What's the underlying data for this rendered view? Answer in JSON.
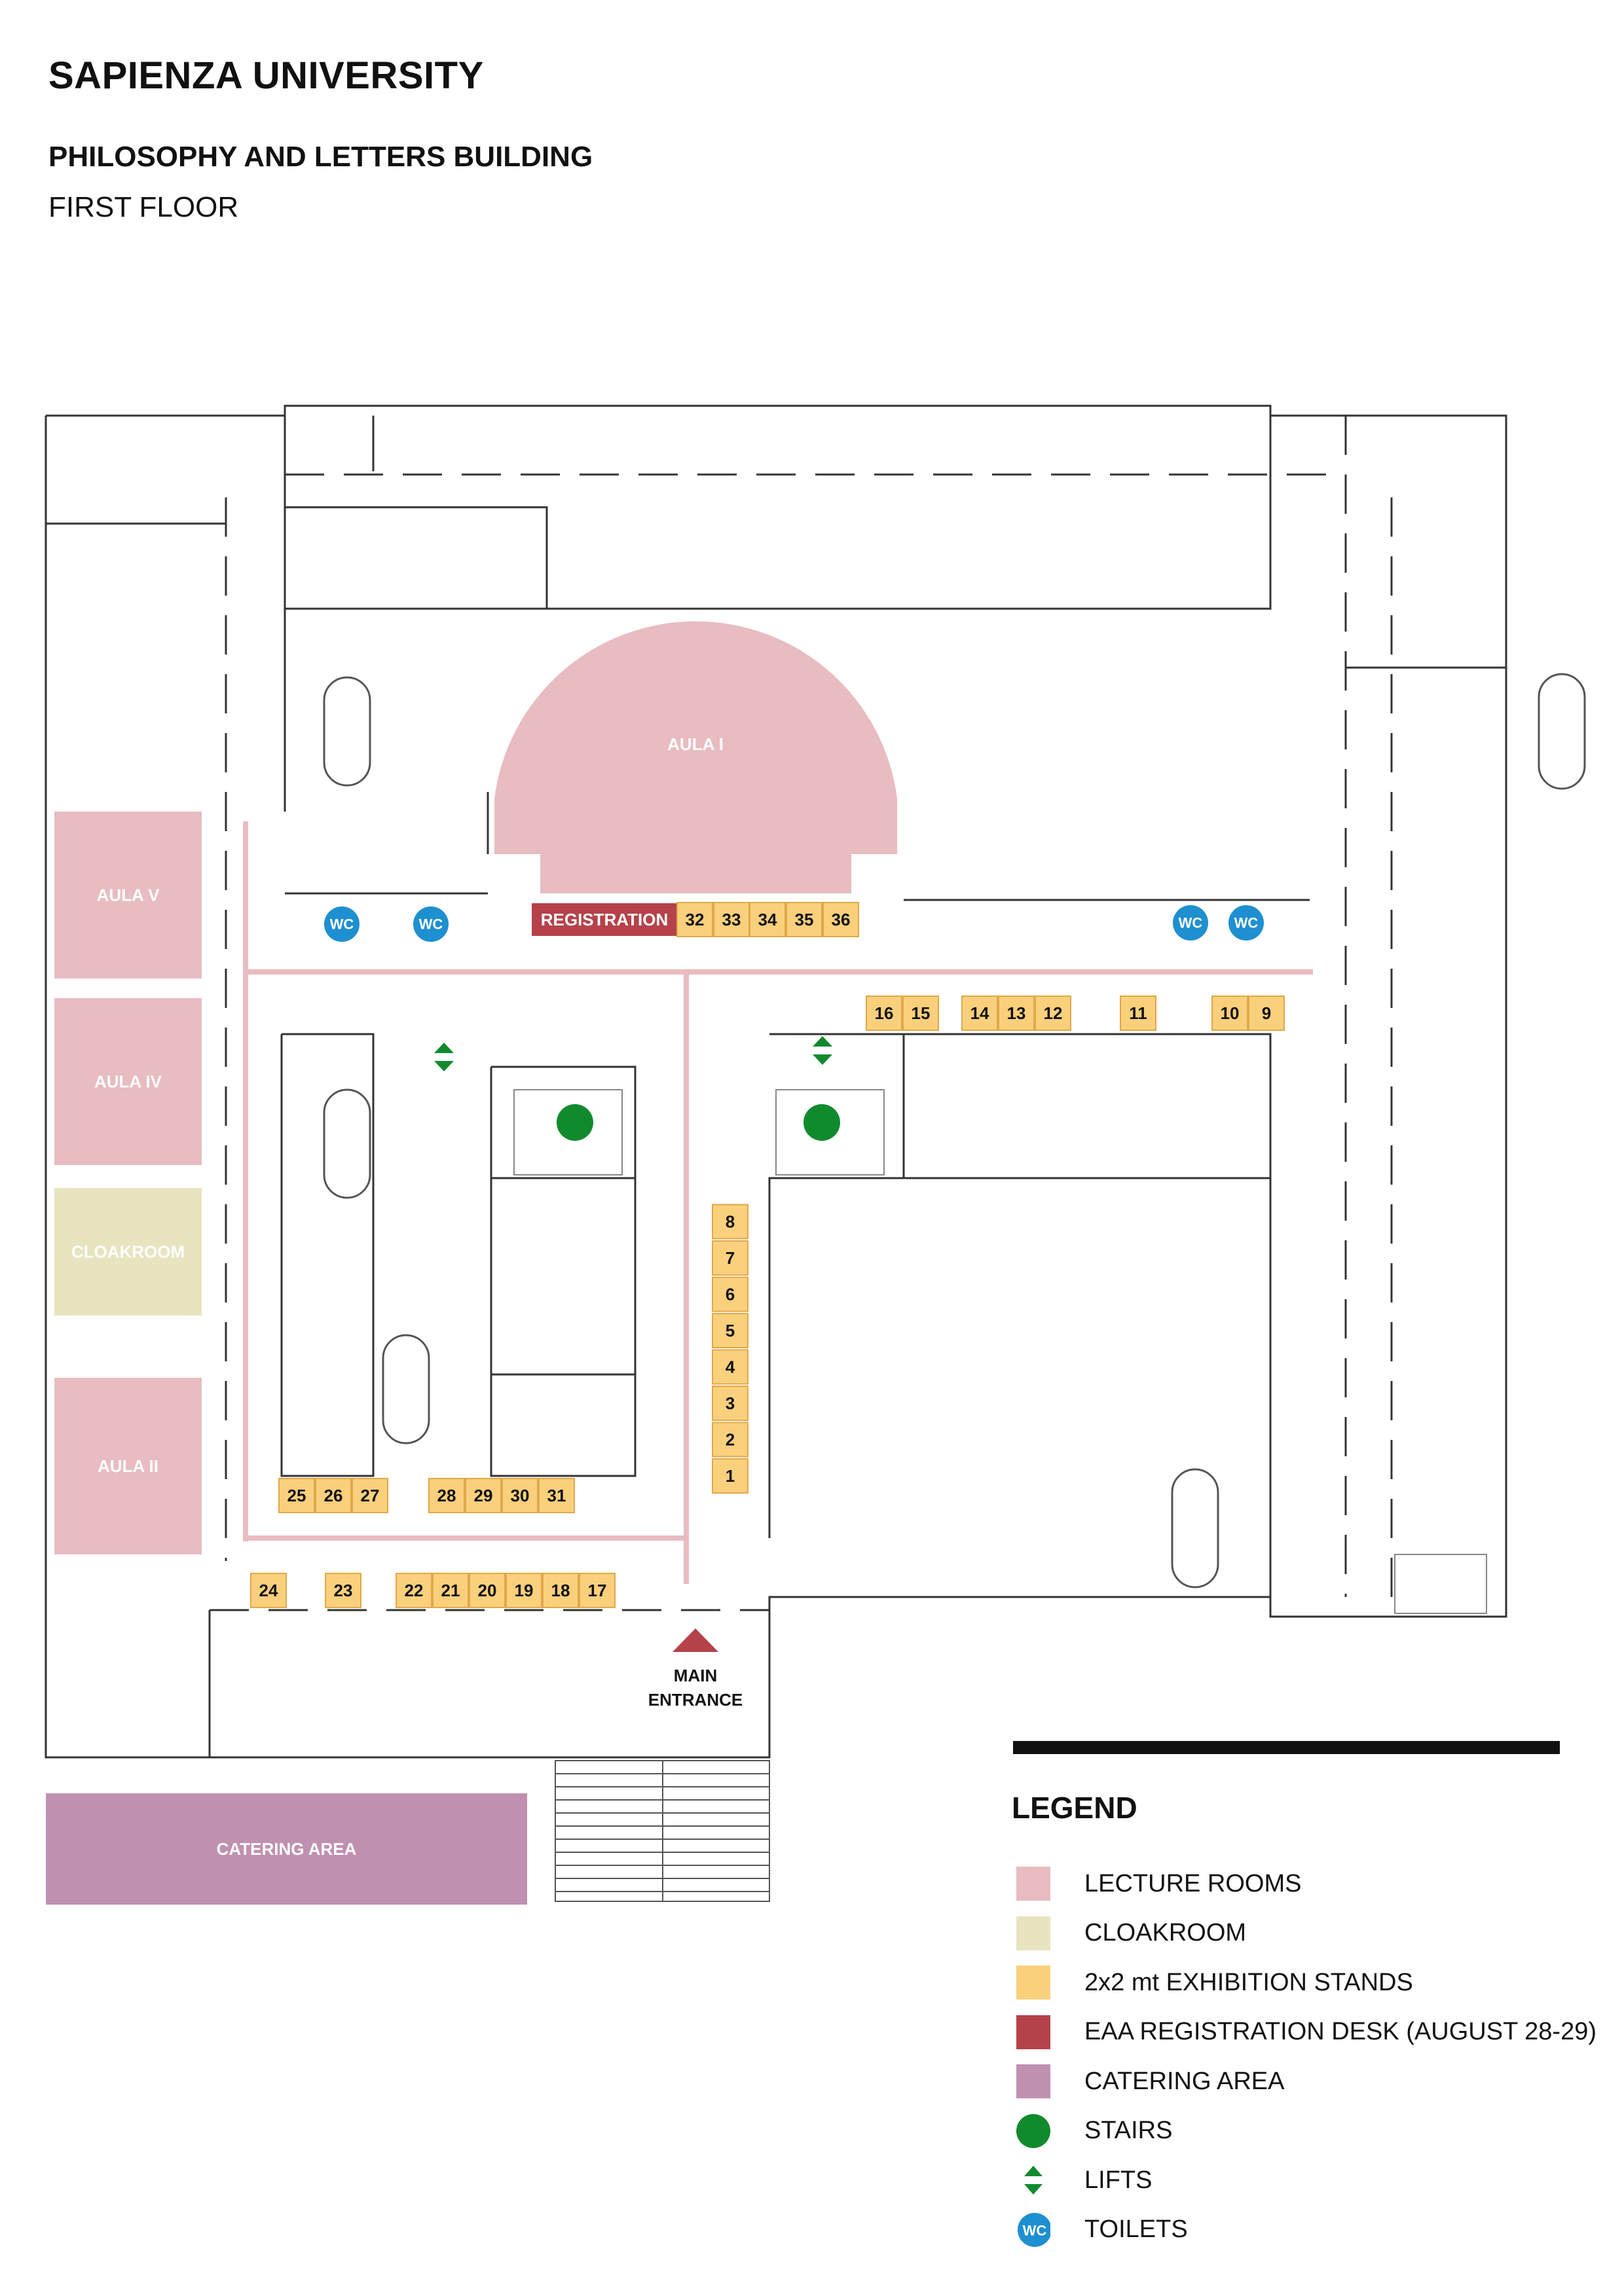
{
  "header": {
    "title": "SAPIENZA UNIVERSITY",
    "subtitle": "PHILOSOPHY AND LETTERS BUILDING",
    "floor": "FIRST FLOOR"
  },
  "colors": {
    "lecture": "#e8bcc0",
    "cloakroom": "#e8e4c0",
    "stand": "#fbd07c",
    "registration": "#b5424a",
    "catering": "#c090b0",
    "stairs": "#118a2e",
    "lifts": "#118a2e",
    "toilets": "#1e8fd0",
    "entrance": "#b5424a",
    "walls": "#333333"
  },
  "map": {
    "rooms": {
      "aula_i": "AULA I",
      "aula_v": "AULA V",
      "aula_iv": "AULA IV",
      "cloakroom": "CLOAKROOM",
      "aula_ii": "AULA II",
      "catering": "CATERING AREA",
      "registration": "REGISTRATION"
    },
    "entrance": [
      "MAIN",
      "ENTRANCE"
    ],
    "wc_label": "WC",
    "stands": [
      "1",
      "2",
      "3",
      "4",
      "5",
      "6",
      "7",
      "8",
      "9",
      "10",
      "11",
      "12",
      "13",
      "14",
      "15",
      "16",
      "17",
      "18",
      "19",
      "20",
      "21",
      "22",
      "23",
      "24",
      "25",
      "26",
      "27",
      "28",
      "29",
      "30",
      "31",
      "32",
      "33",
      "34",
      "35",
      "36"
    ]
  },
  "legend": {
    "title": "LEGEND",
    "items": [
      {
        "label": "LECTURE ROOMS",
        "symbol": "lecture"
      },
      {
        "label": "CLOAKROOM",
        "symbol": "cloakroom"
      },
      {
        "label": "2x2 mt EXHIBITION STANDS",
        "symbol": "stand"
      },
      {
        "label": "EAA REGISTRATION DESK (AUGUST 28-29)",
        "symbol": "registration"
      },
      {
        "label": "CATERING AREA",
        "symbol": "catering"
      },
      {
        "label": "STAIRS",
        "symbol": "stairs"
      },
      {
        "label": "LIFTS",
        "symbol": "lifts"
      },
      {
        "label": "TOILETS",
        "symbol": "toilets"
      }
    ]
  }
}
